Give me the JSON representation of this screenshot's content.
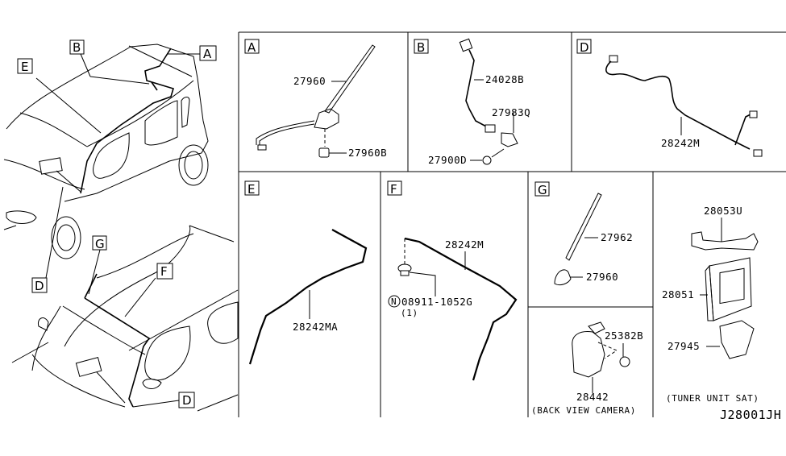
{
  "diagram": {
    "code": "J28001JH",
    "overview_callouts": {
      "top_vehicle": [
        "A",
        "B",
        "E",
        "D"
      ],
      "bottom_vehicle": [
        "G",
        "F",
        "D"
      ]
    },
    "panels": [
      {
        "id": "A",
        "parts": [
          {
            "number": "27960"
          },
          {
            "number": "27960B"
          }
        ]
      },
      {
        "id": "B",
        "parts": [
          {
            "number": "24028B"
          },
          {
            "number": "27983Q"
          },
          {
            "number": "27900D"
          }
        ]
      },
      {
        "id": "D",
        "parts": [
          {
            "number": "28242M"
          }
        ]
      },
      {
        "id": "E",
        "parts": [
          {
            "number": "28242MA"
          }
        ]
      },
      {
        "id": "F",
        "parts": [
          {
            "number": "28242M"
          },
          {
            "number": "08911-1052G",
            "prefix_symbol": "N",
            "quantity": "(1)"
          }
        ]
      },
      {
        "id": "G",
        "parts": [
          {
            "number": "27962"
          },
          {
            "number": "27960"
          }
        ]
      },
      {
        "id": "camera",
        "caption": "(BACK VIEW CAMERA)",
        "parts": [
          {
            "number": "25382B"
          },
          {
            "number": "28442"
          }
        ]
      },
      {
        "id": "tuner",
        "caption": "(TUNER UNIT SAT)",
        "parts": [
          {
            "number": "28053U"
          },
          {
            "number": "28051"
          },
          {
            "number": "27945"
          }
        ]
      }
    ]
  }
}
